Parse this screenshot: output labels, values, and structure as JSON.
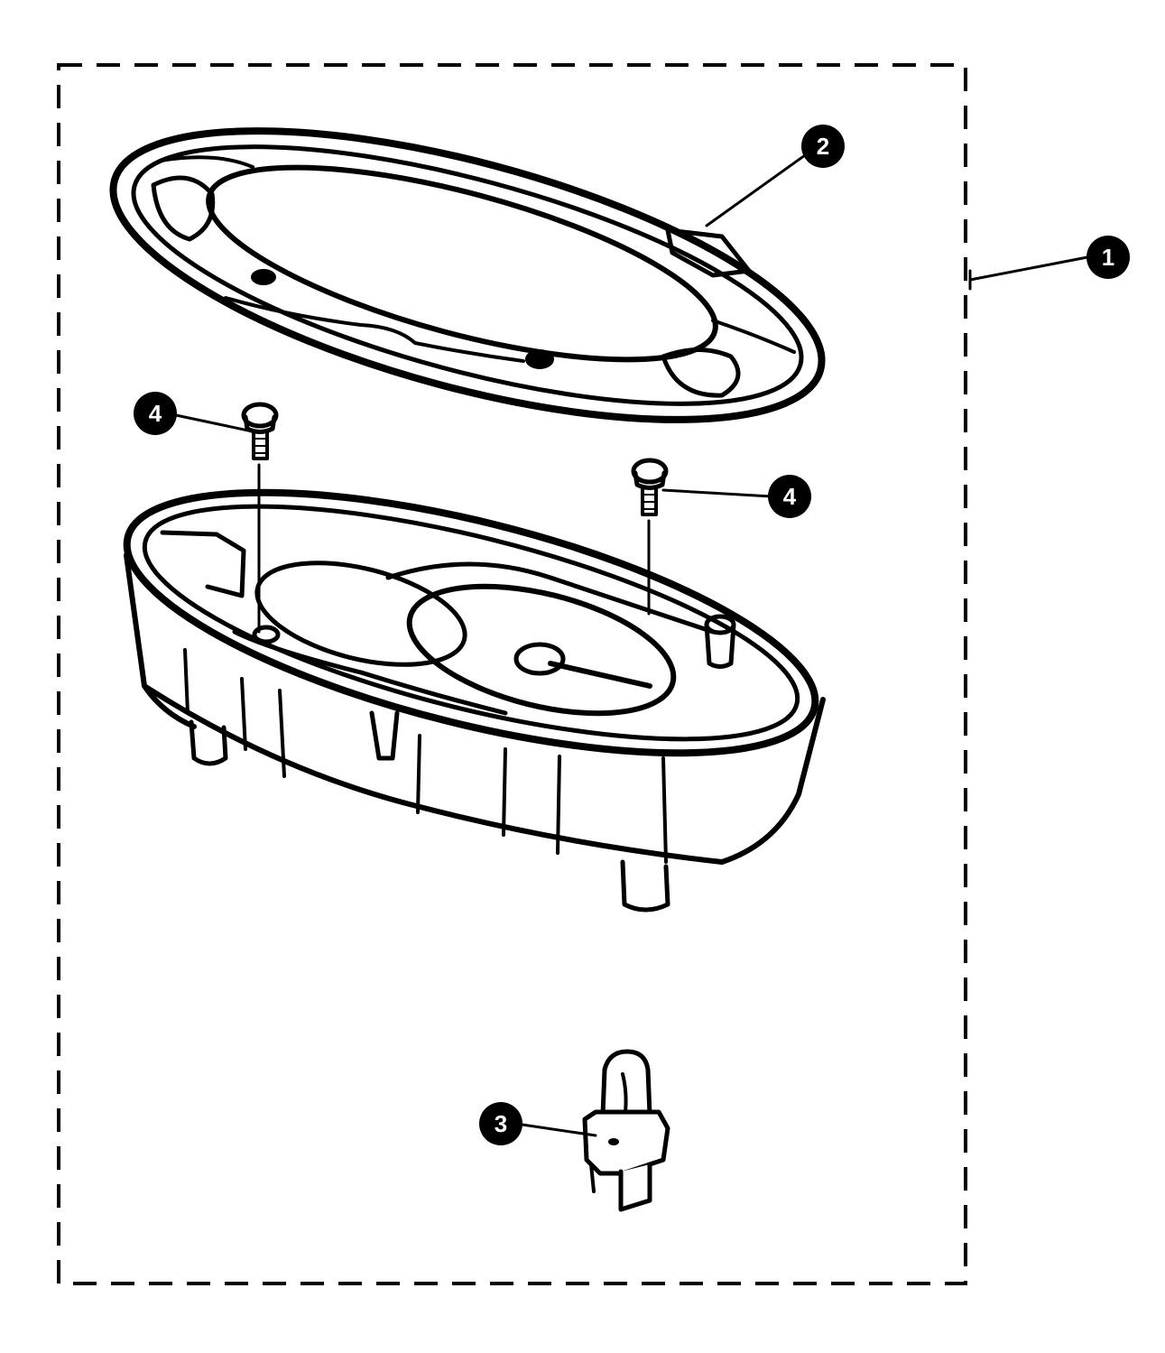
{
  "diagram": {
    "ink_color": "#000000",
    "background_color": "#ffffff",
    "callouts": [
      {
        "id": "assembly",
        "label": "1"
      },
      {
        "id": "cover",
        "label": "2"
      },
      {
        "id": "bulb",
        "label": "3"
      },
      {
        "id": "screw-left",
        "label": "4"
      },
      {
        "id": "screw-right",
        "label": "4"
      }
    ]
  }
}
